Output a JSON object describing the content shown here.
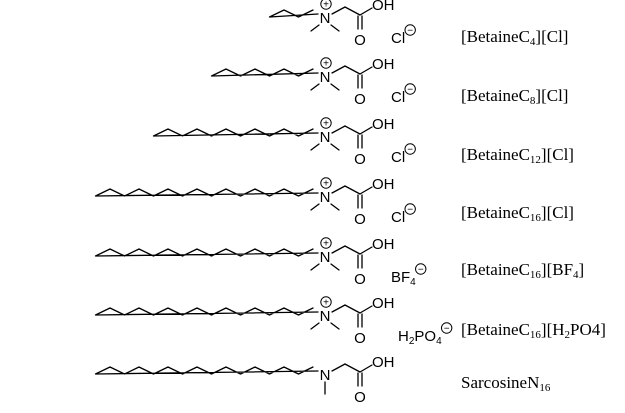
{
  "atoms": {
    "nitrogen": "N",
    "oxygen": "O",
    "hydroxyl": "OH",
    "charge_plus": "+",
    "charge_minus": "−"
  },
  "compounds": [
    {
      "alkyl_carbons": 4,
      "quaternary": true,
      "anion": {
        "main": "Cl",
        "sub": ""
      },
      "label": {
        "pre": "[BetaineC",
        "sub1": "4",
        "mid": "][Cl]",
        "sub2": "",
        "post": ""
      }
    },
    {
      "alkyl_carbons": 8,
      "quaternary": true,
      "anion": {
        "main": "Cl",
        "sub": ""
      },
      "label": {
        "pre": "[BetaineC",
        "sub1": "8",
        "mid": "][Cl]",
        "sub2": "",
        "post": ""
      }
    },
    {
      "alkyl_carbons": 12,
      "quaternary": true,
      "anion": {
        "main": "Cl",
        "sub": ""
      },
      "label": {
        "pre": "[BetaineC",
        "sub1": "12",
        "mid": "][Cl]",
        "sub2": "",
        "post": ""
      }
    },
    {
      "alkyl_carbons": 16,
      "quaternary": true,
      "anion": {
        "main": "Cl",
        "sub": ""
      },
      "label": {
        "pre": "[BetaineC",
        "sub1": "16",
        "mid": "][Cl]",
        "sub2": "",
        "post": ""
      }
    },
    {
      "alkyl_carbons": 16,
      "quaternary": true,
      "anion": {
        "main": "BF",
        "sub": "4"
      },
      "label": {
        "pre": "[BetaineC",
        "sub1": "16",
        "mid": "][BF",
        "sub2": "4",
        "post": "]"
      }
    },
    {
      "alkyl_carbons": 16,
      "quaternary": true,
      "anion": {
        "main": "H2PO",
        "sub": "4"
      },
      "label": {
        "pre": "[BetaineC",
        "sub1": "16",
        "mid": "][H",
        "sub2": "2",
        "post": "PO4]"
      }
    },
    {
      "alkyl_carbons": 16,
      "quaternary": false,
      "anion": null,
      "label": {
        "pre": "SarcosineN",
        "sub1": "16",
        "mid": "",
        "sub2": "",
        "post": ""
      }
    }
  ]
}
